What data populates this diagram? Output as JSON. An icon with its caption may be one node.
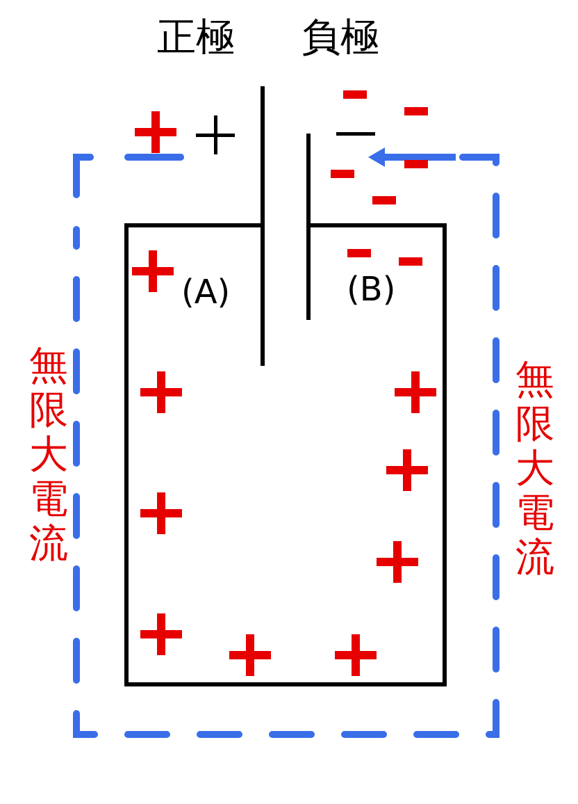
{
  "diagram": {
    "labels": [
      "正極",
      "負極",
      "(A)",
      "(B)",
      "無限大電流",
      "無限大電流"
    ]
  }
}
